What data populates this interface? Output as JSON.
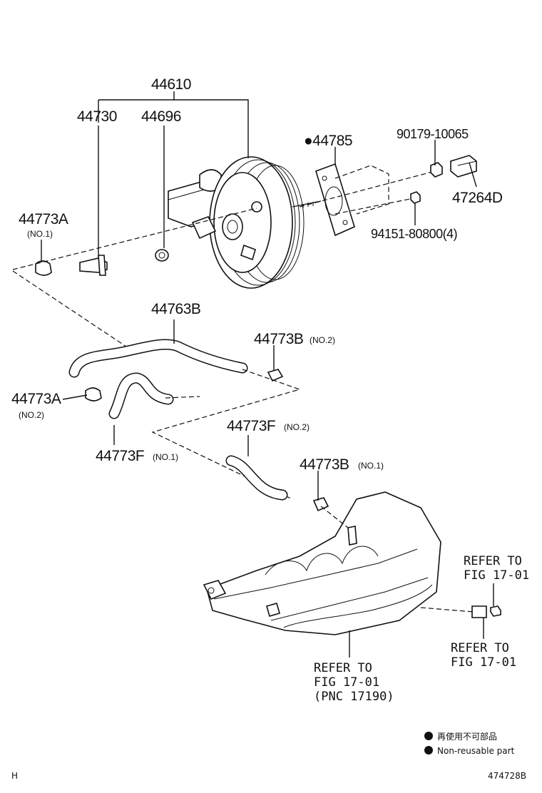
{
  "labels": {
    "p44610": "44610",
    "p44730": "44730",
    "p44696": "44696",
    "p44785": "●44785",
    "p90179": "90179-10065",
    "p47264d": "47264D",
    "p94151": "94151-80800(4)",
    "p44773a_1": "44773A",
    "p44773a_1_sub": "(NO.1)",
    "p44763b": "44763B",
    "p44773b_2": "44773B",
    "p44773b_2_sub": "(NO.2)",
    "p44773a_2": "44773A",
    "p44773a_2_sub": "(NO.2)",
    "p44773f_1": "44773F",
    "p44773f_1_sub": "(NO.1)",
    "p44773f_2": "44773F",
    "p44773f_2_sub": "(NO.2)",
    "p44773b_1": "44773B",
    "p44773b_1_sub": "(NO.1)"
  },
  "refs": {
    "ref_top_1": "REFER TO",
    "ref_top_2": "FIG 17-01",
    "ref_mid_1": "REFER TO",
    "ref_mid_2": "FIG 17-01",
    "ref_bot_1": "REFER TO",
    "ref_bot_2": "FIG 17-01",
    "ref_bot_3": "(PNC 17190)"
  },
  "legend": {
    "jp": "再使用不可部品",
    "en": "Non-reusable part"
  },
  "footer": {
    "left": "H",
    "right": "474728B"
  }
}
